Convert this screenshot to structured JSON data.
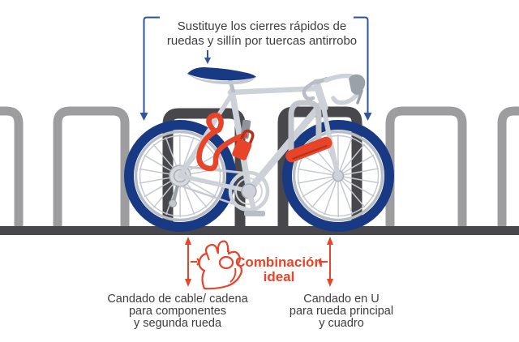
{
  "annotations": {
    "top_note": {
      "lines": [
        "Sustituye los cierres rápidos de",
        "ruedas y sillín por tuercas antirrobo"
      ]
    },
    "center_badge": {
      "lines": [
        "Combinación",
        "ideal"
      ]
    },
    "left_label": {
      "lines": [
        "Candado de cable/ cadena",
        "para componentes",
        "y segunda rueda"
      ]
    },
    "right_label": {
      "lines": [
        "Candado en U",
        "para rueda principal",
        "y cuadro"
      ]
    }
  },
  "icons": {
    "ok_hand": "ok-hand-icon"
  },
  "colors": {
    "blue": "#2d55a3",
    "navy": "#183a85",
    "red": "#e74429",
    "dark": "#48484c",
    "rack_gray": "#9d9da0",
    "text": "#3d3d3f"
  }
}
